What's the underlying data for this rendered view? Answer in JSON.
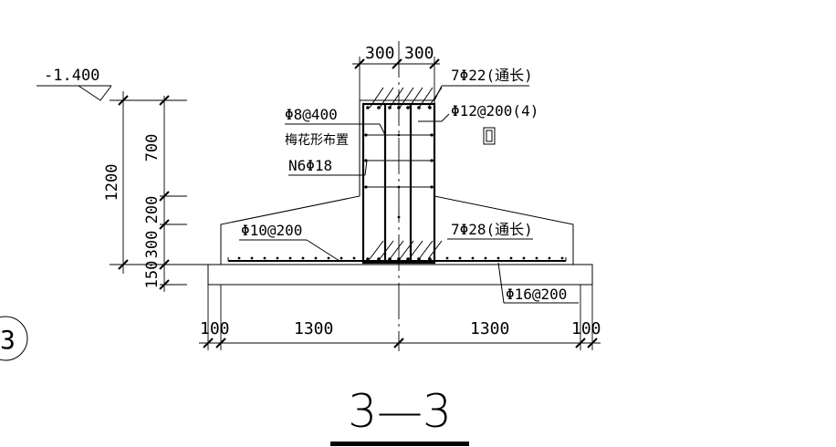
{
  "elevation": "-1.400",
  "dims_left": {
    "total": "1200",
    "d700": "700",
    "d200": "200",
    "d300": "300",
    "d150": "150"
  },
  "dims_top": {
    "left": "300",
    "right": "300"
  },
  "dims_bottom": {
    "a": "100",
    "b": "1300",
    "c": "1300",
    "d": "100"
  },
  "labels": {
    "top_bars": "7Φ22(通长)",
    "stirrup": "Φ12@200(4)",
    "tie": "Φ8@400",
    "tie_note": "梅花形布置",
    "side_bars": "N6Φ18",
    "slab_top": "Φ10@200",
    "bottom_bars": "7Φ28(通长)",
    "slab_bottom": "Φ16@200"
  },
  "section_mark": "3",
  "section_title": "3—3"
}
